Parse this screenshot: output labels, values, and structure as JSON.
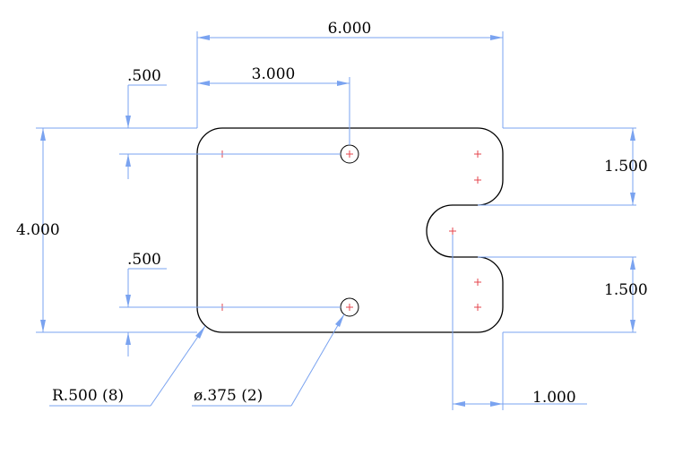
{
  "drawing": {
    "overall_width": "6.000",
    "hole_spacing": "3.000",
    "edge_offset_top": ".500",
    "edge_offset_bottom": ".500",
    "overall_height": "4.000",
    "slot_upper_offset": "1.500",
    "slot_lower_offset": "1.500",
    "slot_depth": "1.000",
    "fillet_callout": "R.500 (8)",
    "hole_callout": "ø.375 (2)"
  },
  "colors": {
    "dimension_lines": "#7aa3f0",
    "outline": "#000000",
    "center_marks": "#e4444c"
  }
}
